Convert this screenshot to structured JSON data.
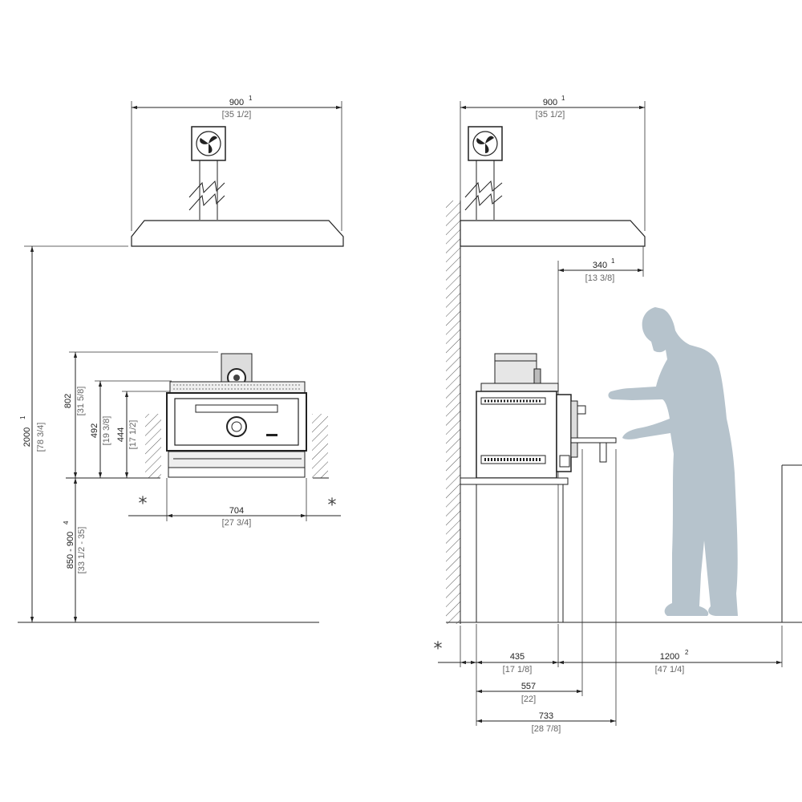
{
  "front_view": {
    "hood_width": "900",
    "hood_width_sup": "1",
    "hood_width_in": "[35 1/2]",
    "total_height": "2000",
    "total_height_sup": "1",
    "total_height_in": "[78 3/4]",
    "counter_height": "850 - 900",
    "counter_height_sup": "4",
    "counter_height_in": "[33 1/2 - 35]",
    "oven_height": "802",
    "oven_height_in": "[31 5/8]",
    "body_height": "492",
    "body_height_in": "[19 3/8]",
    "door_height": "444",
    "door_height_in": "[17 1/2]",
    "oven_width": "704",
    "oven_width_in": "[27 3/4]",
    "clearance_mark_left": "*",
    "clearance_mark_right": "*"
  },
  "side_view": {
    "hood_width": "900",
    "hood_width_sup": "1",
    "hood_width_in": "[35 1/2]",
    "hood_offset": "340",
    "hood_offset_sup": "1",
    "hood_offset_in": "[13 3/8]",
    "depth_body": "435",
    "depth_body_in": "[17 1/8]",
    "depth_door": "557",
    "depth_door_in": "[22]",
    "depth_total": "733",
    "depth_total_in": "[28 7/8]",
    "work_clearance": "1200",
    "work_clearance_sup": "2",
    "work_clearance_in": "[47 1/4]",
    "clearance_mark": "*"
  },
  "icons": [
    "extraction-fan-icon",
    "extraction-fan-icon",
    "human-figure"
  ]
}
